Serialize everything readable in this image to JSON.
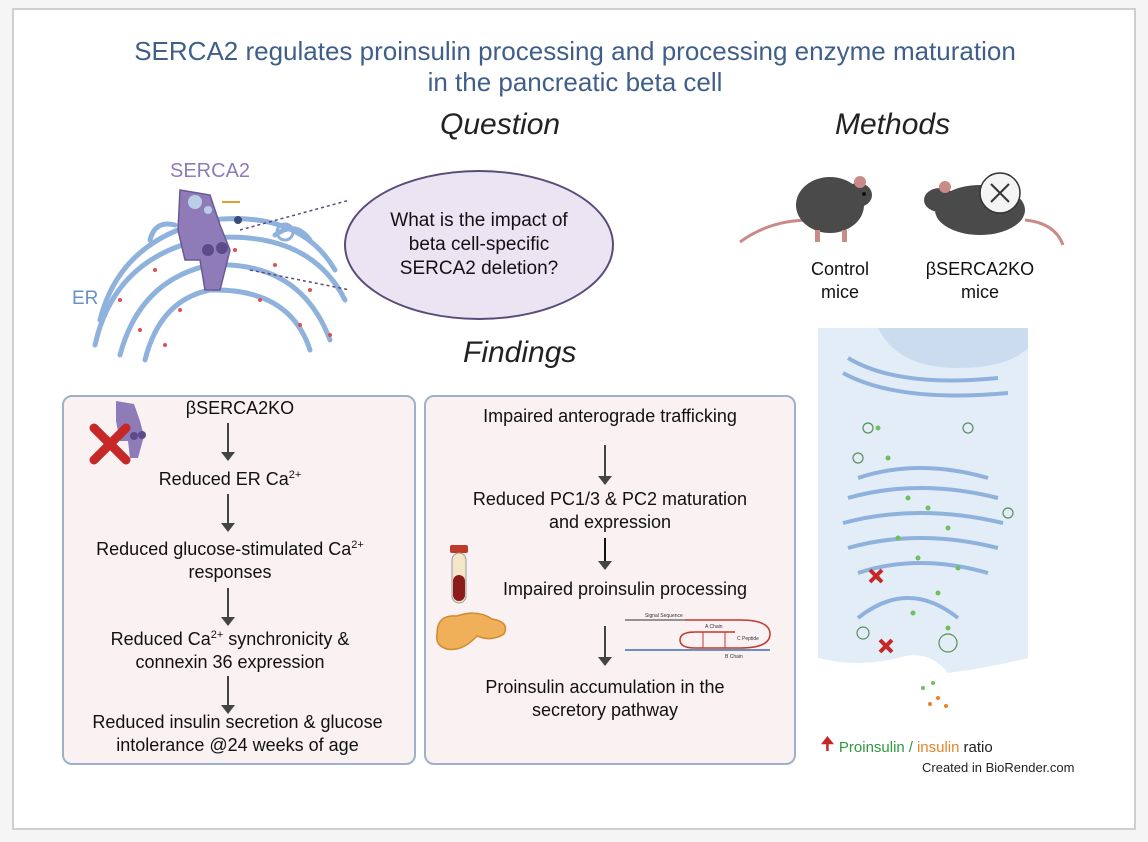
{
  "title_line1": "SERCA2 regulates proinsulin processing and processing enzyme maturation",
  "title_line2": "in the pancreatic beta cell",
  "question_heading": "Question",
  "methods_heading": "Methods",
  "findings_heading": "Findings",
  "serca_label": "SERCA2",
  "er_label": "ER",
  "question_text": "What is the impact of beta cell-specific SERCA2 deletion?",
  "mice": {
    "control": [
      "Control",
      "mice"
    ],
    "ko": [
      "βSERCA2KO",
      "mice"
    ]
  },
  "left_panel": {
    "steps": [
      [
        "βSERCA2KO"
      ],
      [
        "Reduced ER Ca",
        "2+"
      ],
      [
        "Reduced glucose-stimulated Ca",
        "2+",
        "responses"
      ],
      [
        "Reduced Ca",
        "2+",
        " synchronicity &",
        "connexin 36 expression"
      ],
      [
        "Reduced insulin secretion & glucose",
        "intolerance @24 weeks of age"
      ]
    ]
  },
  "right_panel": {
    "steps": [
      "Impaired anterograde trafficking",
      "Reduced PC1/3 & PC2 maturation",
      "and expression",
      "Impaired proinsulin processing",
      "Proinsulin accumulation in the",
      "secretory pathway"
    ],
    "mini_diagram_labels": [
      "Signal Sequence",
      "A Chain",
      "C Peptide",
      "B Chain"
    ]
  },
  "ratio": {
    "proinsulin": "Proinsulin",
    "slash": "/",
    "insulin": "insulin",
    "suffix": "ratio"
  },
  "credit": "Created in BioRender.com",
  "colors": {
    "title": "#3f5f8a",
    "serca": "#8e7bb8",
    "er": "#6b8fc7",
    "proinsulin": "#2f9a3f",
    "insulin": "#e5842a",
    "cross": "#c62828"
  }
}
